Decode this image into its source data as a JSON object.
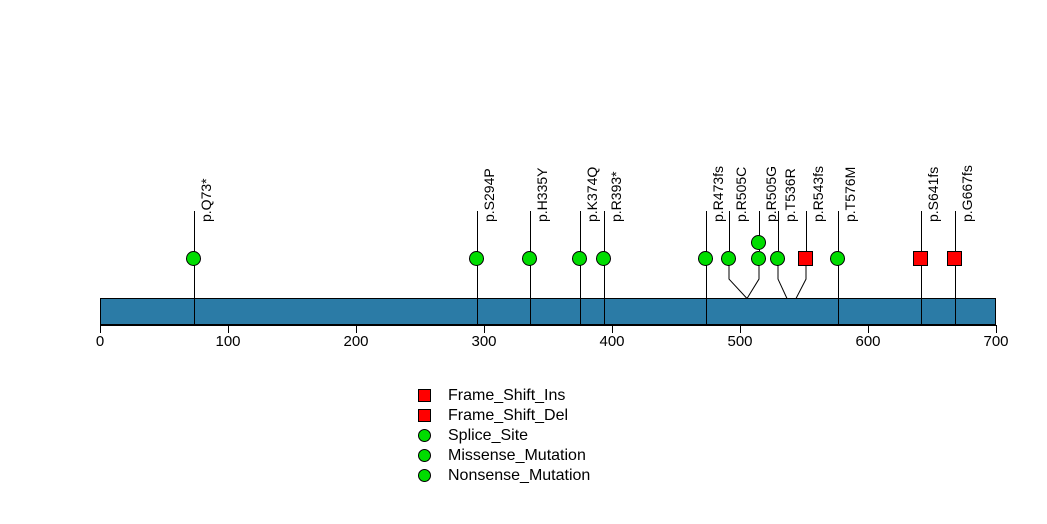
{
  "chart_data": {
    "type": "lollipop",
    "title": "",
    "xlabel": "",
    "ylabel": "",
    "xlim": [
      0,
      700
    ],
    "grid": false,
    "legend_position": "bottom-center",
    "protein": {
      "name": "",
      "length": 700,
      "color": "#2b7ba6",
      "border_color": "#000000"
    },
    "axis": {
      "ticks": [
        0,
        100,
        200,
        300,
        400,
        500,
        600,
        700
      ],
      "tick_labels": [
        "0",
        "100",
        "200",
        "300",
        "400",
        "500",
        "600",
        "700"
      ]
    },
    "colors": {
      "frame_shift_ins": "#FF0000",
      "frame_shift_del": "#FF0000",
      "splice_site": "#00DD00",
      "missense_mutation": "#00DD00",
      "nonsense_mutation": "#00DD00",
      "stem": "#000000",
      "background": "#FFFFFF"
    },
    "mutations": [
      {
        "label": "p.Q73*",
        "position": 73,
        "count": 1,
        "shape": "circle",
        "color": "#00DD00",
        "type": "Nonsense_Mutation",
        "bend": 0
      },
      {
        "label": "p.S294P",
        "position": 294,
        "count": 1,
        "shape": "circle",
        "color": "#00DD00",
        "type": "Missense_Mutation",
        "bend": 0
      },
      {
        "label": "p.H335Y",
        "position": 335,
        "count": 1,
        "shape": "circle",
        "color": "#00DD00",
        "type": "Missense_Mutation",
        "bend": 0
      },
      {
        "label": "p.K374Q",
        "position": 374,
        "count": 1,
        "shape": "circle",
        "color": "#00DD00",
        "type": "Missense_Mutation",
        "bend": 0
      },
      {
        "label": "p.R393*",
        "position": 393,
        "count": 1,
        "shape": "circle",
        "color": "#00DD00",
        "type": "Nonsense_Mutation",
        "bend": 0
      },
      {
        "label": "p.R473fs",
        "position": 473,
        "count": 1,
        "shape": "circle",
        "color": "#00DD00",
        "type": "Splice_Site",
        "bend": 0
      },
      {
        "label": "p.R505C",
        "position": 505,
        "count": 1,
        "shape": "circle",
        "color": "#00DD00",
        "type": "Missense_Mutation",
        "bend": -18
      },
      {
        "label": "p.R505G",
        "position": 505,
        "count": 2,
        "shape": "circle",
        "color": "#00DD00",
        "type": "Missense_Mutation",
        "bend": 12
      },
      {
        "label": "p.T536R",
        "position": 536,
        "count": 1,
        "shape": "circle",
        "color": "#00DD00",
        "type": "Missense_Mutation",
        "bend": -9
      },
      {
        "label": "p.R543fs",
        "position": 543,
        "count": 1,
        "shape": "square",
        "color": "#FF0000",
        "type": "Frame_Shift_Del",
        "bend": 10
      },
      {
        "label": "p.T576M",
        "position": 576,
        "count": 1,
        "shape": "circle",
        "color": "#00DD00",
        "type": "Missense_Mutation",
        "bend": 0
      },
      {
        "label": "p.S641fs",
        "position": 641,
        "count": 1,
        "shape": "square",
        "color": "#FF0000",
        "type": "Frame_Shift_Del",
        "bend": 0
      },
      {
        "label": "p.G667fs",
        "position": 667,
        "count": 1,
        "shape": "square",
        "color": "#FF0000",
        "type": "Frame_Shift_Ins",
        "bend": 0
      }
    ],
    "legend": [
      {
        "label": "Frame_Shift_Ins",
        "shape": "square",
        "color": "#FF0000"
      },
      {
        "label": "Frame_Shift_Del",
        "shape": "square",
        "color": "#FF0000"
      },
      {
        "label": "Splice_Site",
        "shape": "circle",
        "color": "#00DD00"
      },
      {
        "label": "Missense_Mutation",
        "shape": "circle",
        "color": "#00DD00"
      },
      {
        "label": "Nonsense_Mutation",
        "shape": "circle",
        "color": "#00DD00"
      }
    ]
  }
}
